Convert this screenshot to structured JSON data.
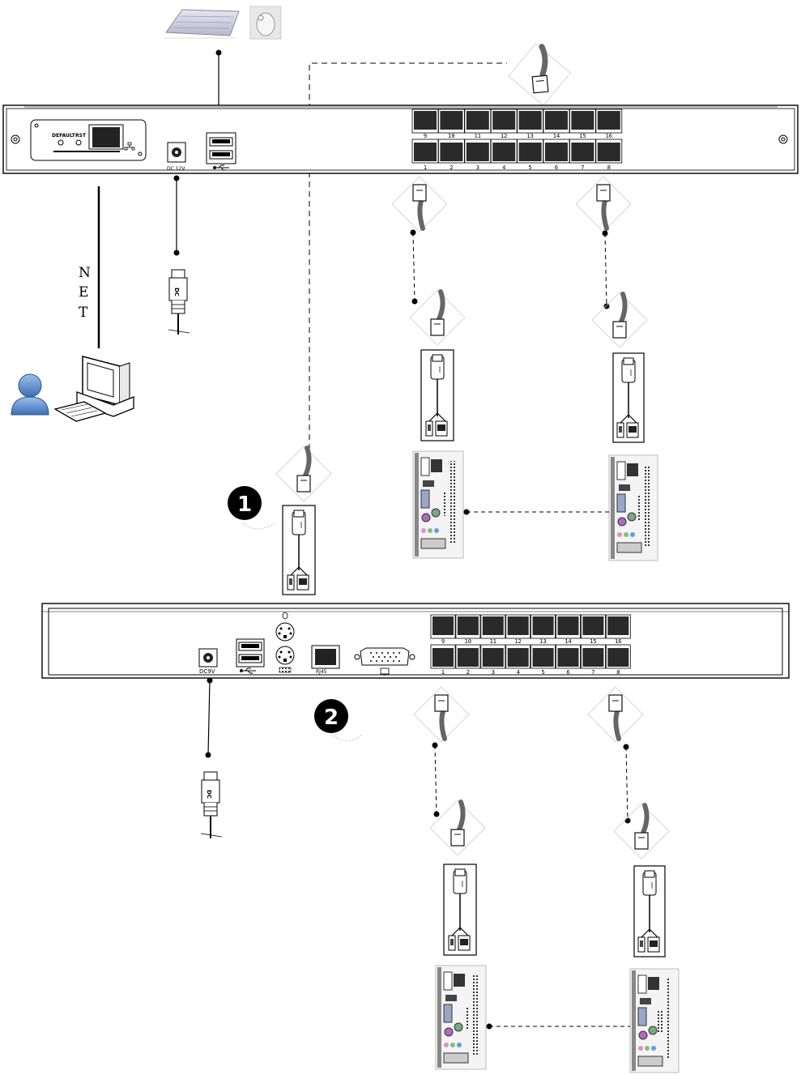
{
  "unit1": {
    "default_label": "DEFAULT",
    "rst_label": "RST",
    "power_label": "DC 12V",
    "ports_top": [
      "9",
      "10",
      "11",
      "12",
      "13",
      "14",
      "15",
      "16"
    ],
    "ports_bottom": [
      "1",
      "2",
      "3",
      "4",
      "5",
      "6",
      "7",
      "8"
    ]
  },
  "net_label": [
    "N",
    "E",
    "T"
  ],
  "badges": [
    "1",
    "2"
  ],
  "unit2": {
    "power_label": "DC9V",
    "rj45_label": "RJ45",
    "ports_top": [
      "9",
      "10",
      "11",
      "12",
      "13",
      "14",
      "15",
      "16"
    ],
    "ports_bottom": [
      "1",
      "2",
      "3",
      "4",
      "5",
      "6",
      "7",
      "8"
    ]
  }
}
